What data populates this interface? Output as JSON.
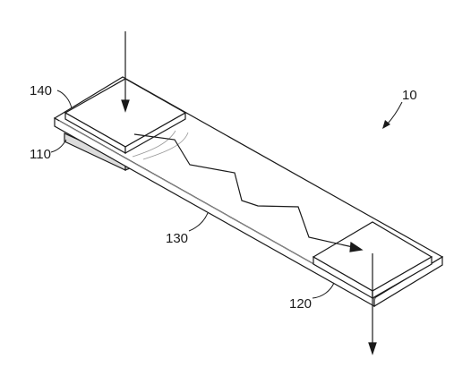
{
  "figure": {
    "labels": {
      "device": "10",
      "second_pad": "120",
      "strip": "130",
      "first_pad": "140",
      "base_layer": "110"
    },
    "colors": {
      "line": "#1a1a1a",
      "light_line": "#9a9a9a",
      "background": "#ffffff"
    }
  }
}
